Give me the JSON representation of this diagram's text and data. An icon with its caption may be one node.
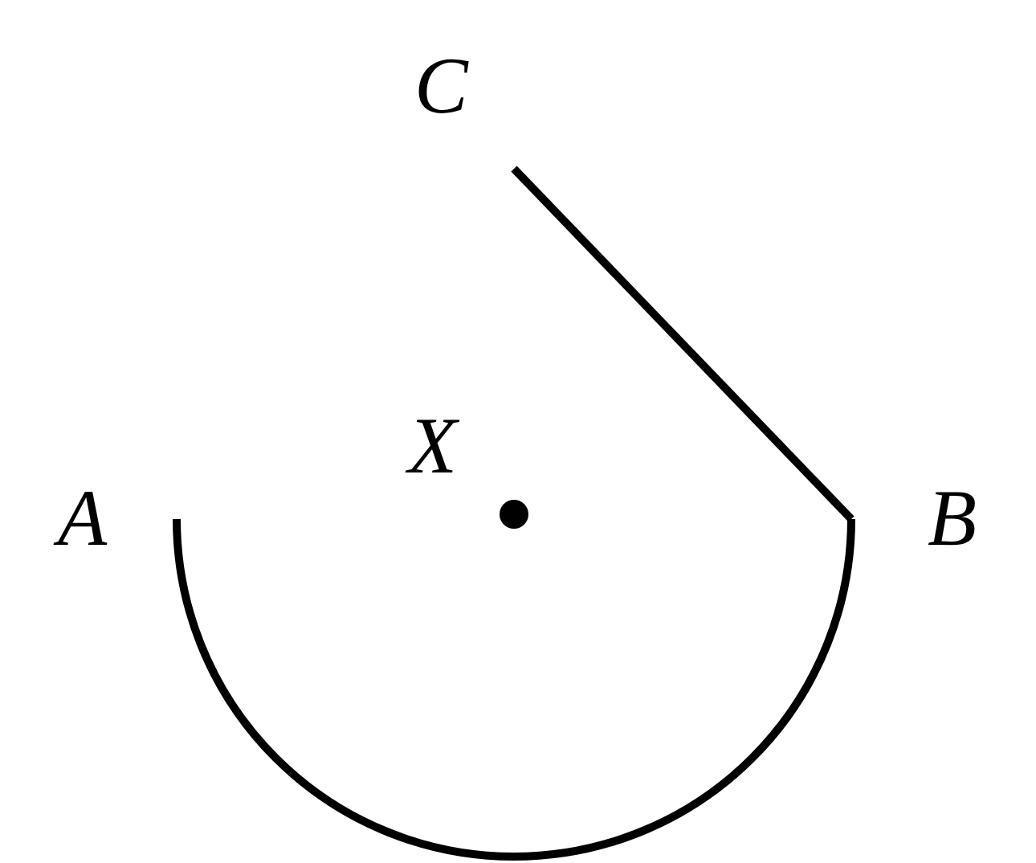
{
  "diagram": {
    "nodes": [
      {
        "text": [
          "C"
        ]
      },
      {
        "text": [
          "A"
        ]
      },
      {
        "text": [
          "B"
        ]
      }
    ],
    "edges": [
      {
        "from": 1,
        "to": 2,
        "arrow": "none"
      },
      {
        "from": 2,
        "to": 0,
        "arrow": "none"
      }
    ],
    "labels": [
      "X"
    ]
  }
}
